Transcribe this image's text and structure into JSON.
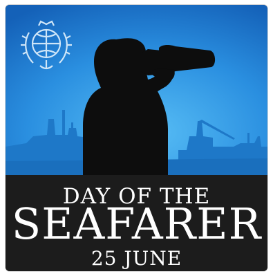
{
  "emblem": {
    "icon": "imo-emblem-icon",
    "color": "#cfe6f8"
  },
  "colors": {
    "sky_top": "#1565c0",
    "sky_bottom": "#4fb3f0",
    "silhouette": "#0d0d0d",
    "band": "#1c1c1c",
    "text": "#ffffff"
  },
  "caption": {
    "line1": "DAY OF THE",
    "line2": "SEAFARER",
    "line3": "25 JUNE"
  }
}
